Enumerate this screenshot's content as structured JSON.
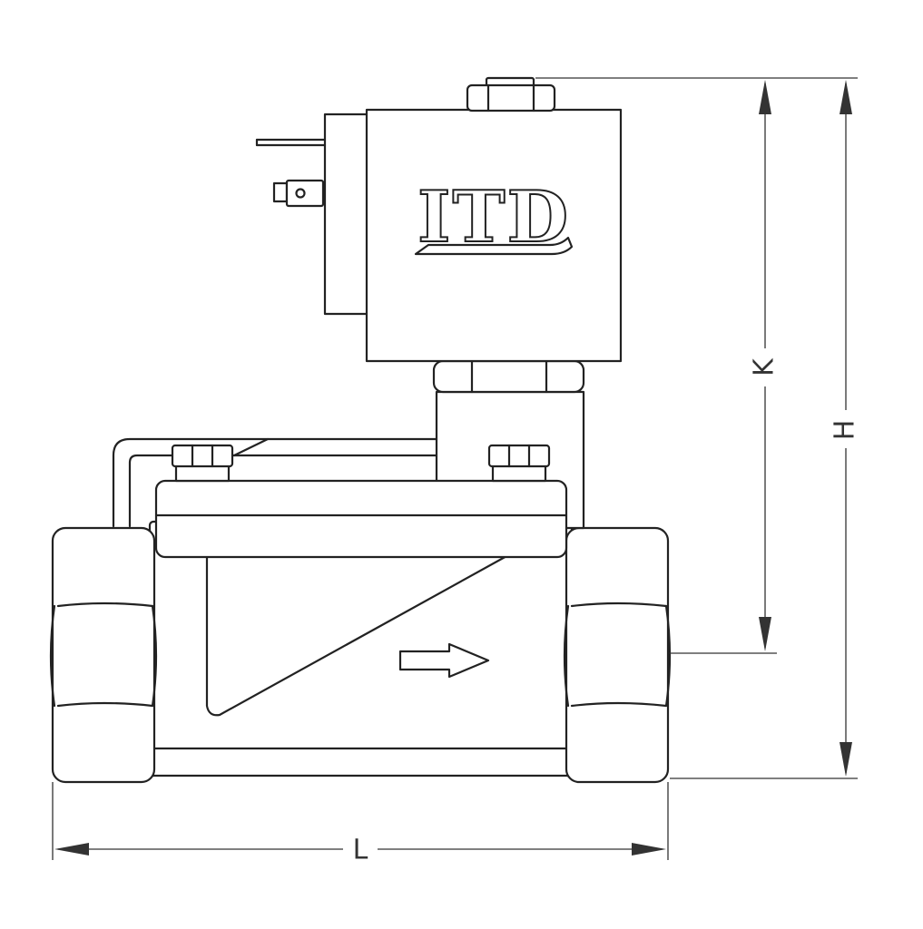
{
  "logo": {
    "text": "ITD"
  },
  "dimensions": {
    "height_label": "H",
    "coil_height_label": "K",
    "length_label": "L"
  }
}
